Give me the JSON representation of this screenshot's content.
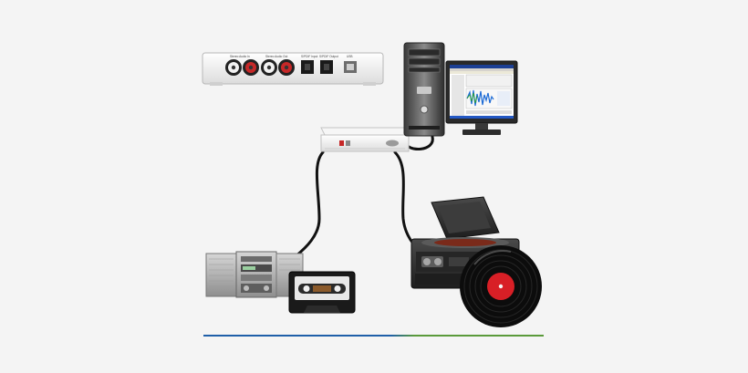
{
  "devices": {
    "audio_interface": {
      "port_labels": [
        "Stereo Audio In",
        "Stereo Audio Out",
        "S/PDIF Input",
        "S/PDIF Output",
        "USB"
      ]
    },
    "usb_adapter": {},
    "desktop_computer": {},
    "monitor": {},
    "stereo_system": {},
    "cassette_tape": {},
    "record_player": {},
    "vinyl_record": {}
  },
  "colors": {
    "background": "#f4f4f4",
    "cable": "#111111",
    "vinyl_label": "#d81f26",
    "baseline_left": "#1f5fa8",
    "baseline_right": "#5a9a3a"
  }
}
